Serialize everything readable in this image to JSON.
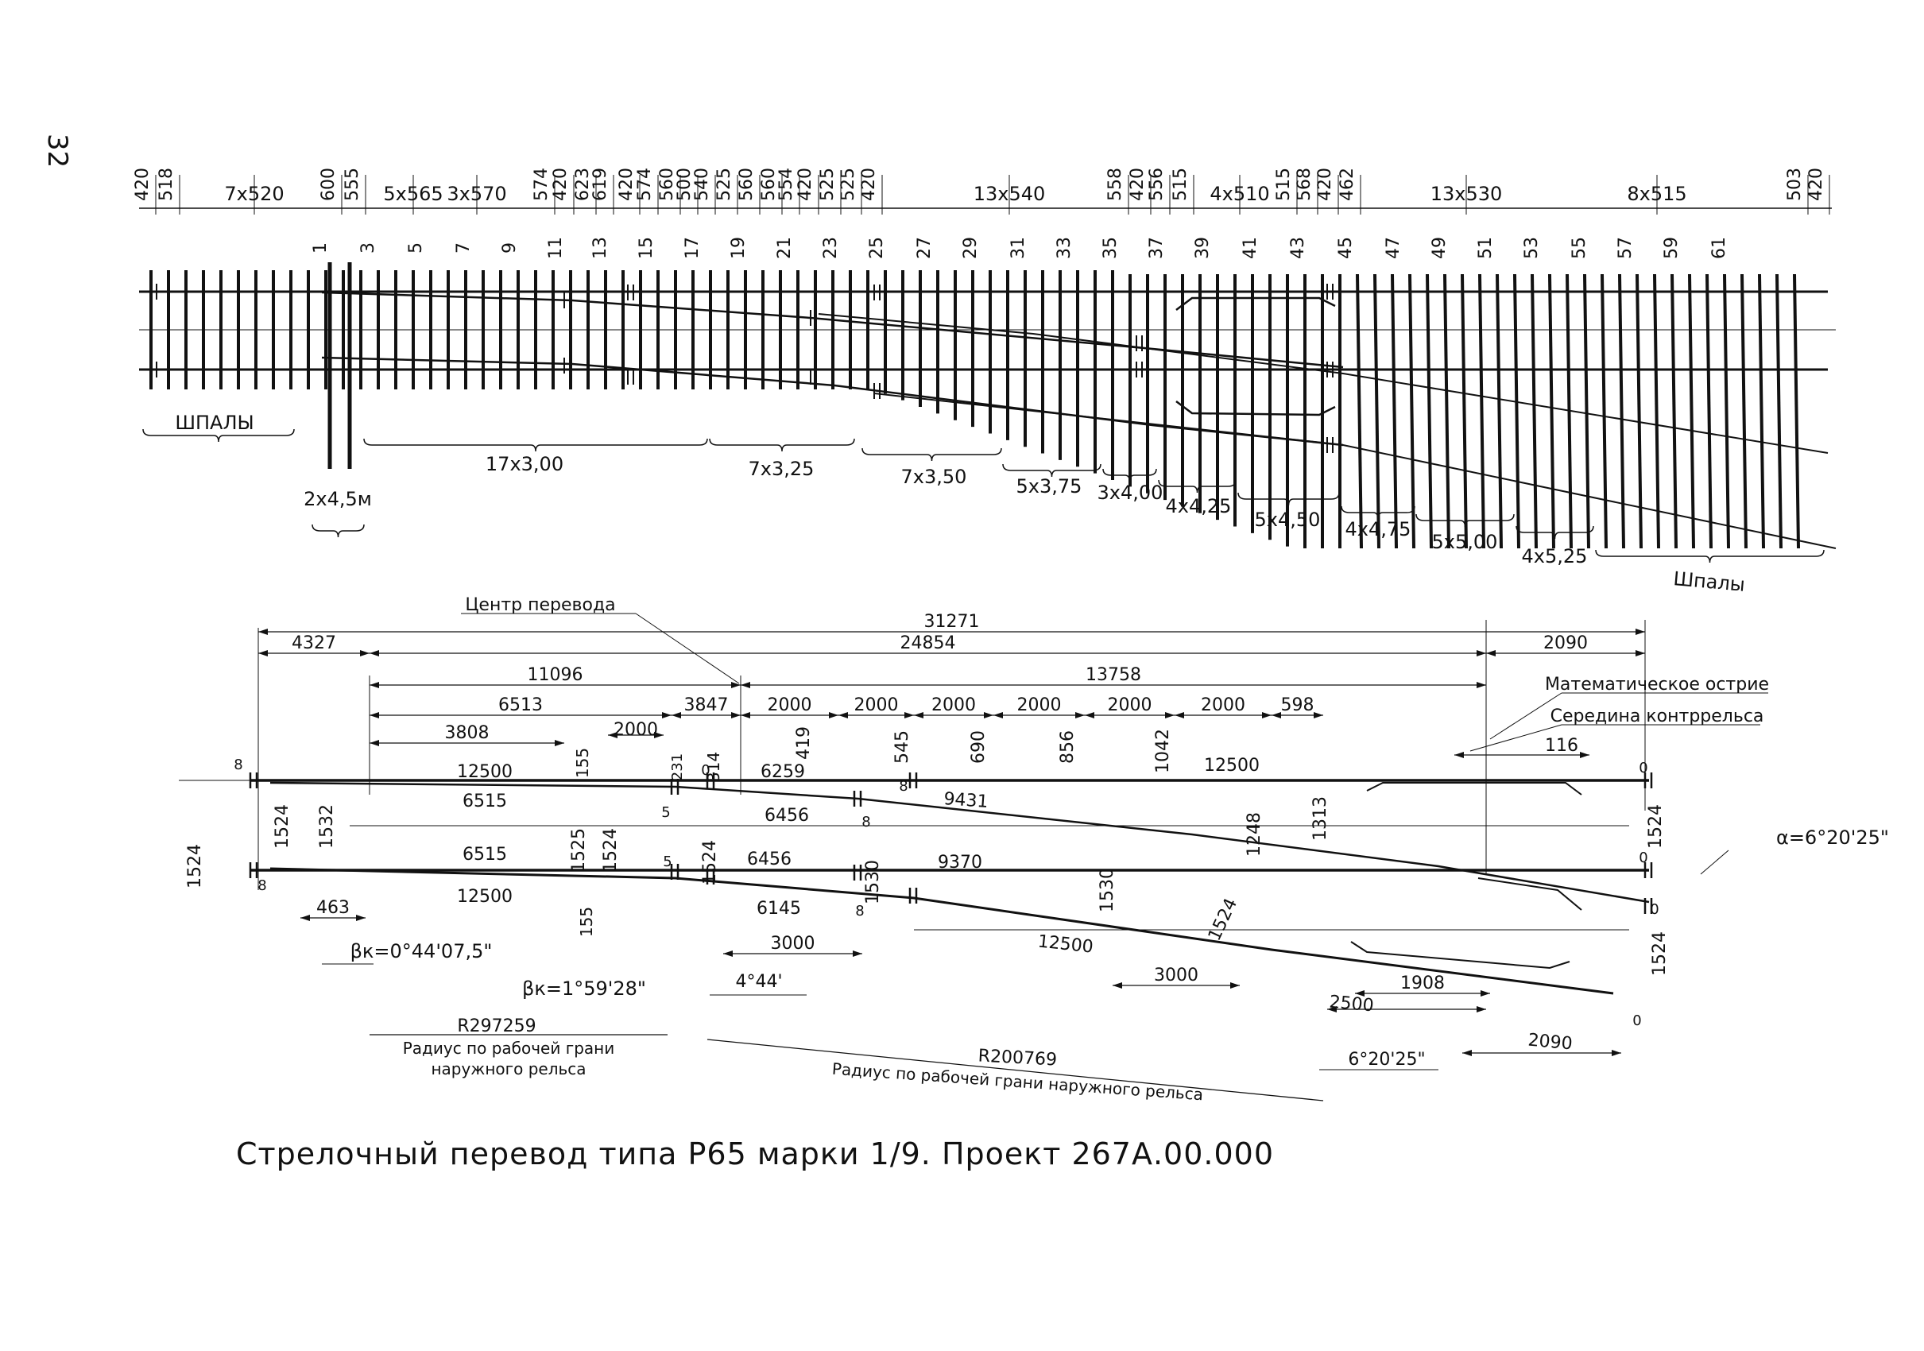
{
  "page_number": "32",
  "title": "Стрелочный перевод типа Р65 марки 1/9. Проект 267А.00.000",
  "top_plan": {
    "header_dims": [
      "420",
      "518",
      "7x520",
      "600",
      "555",
      "5x565",
      "3x570",
      "574",
      "420",
      "623",
      "619",
      "420",
      "574",
      "560",
      "500",
      "540",
      "525",
      "560",
      "560",
      "554",
      "420",
      "525",
      "525",
      "420",
      "13x540",
      "558",
      "420",
      "556",
      "515",
      "4x510",
      "515",
      "568",
      "420",
      "462",
      "13x530",
      "8x515",
      "503",
      "420"
    ],
    "sleeper_numbers": [
      "1",
      "3",
      "5",
      "7",
      "9",
      "11",
      "13",
      "15",
      "17",
      "19",
      "21",
      "23",
      "25",
      "27",
      "29",
      "31",
      "33",
      "35",
      "37",
      "39",
      "41",
      "43",
      "45",
      "47",
      "49",
      "51",
      "53",
      "55",
      "57",
      "59",
      "61"
    ],
    "spacing_labels": [
      "ШПАЛЫ",
      "2x4,5м",
      "17x3,00",
      "7x3,25",
      "7x3,50",
      "5x3,75",
      "3x4,00",
      "4x4,25",
      "5x4,50",
      "4x4,75",
      "5x5,00",
      "4x5,25",
      "Шпалы"
    ]
  },
  "bottom_plan": {
    "labels": {
      "center": "Центр перевода",
      "math_point": "Математическое  острие",
      "guard_mid": "Середина  контррельса",
      "alpha": "α=6°20'25\"",
      "beta1": "βк=0°44'07,5\"",
      "beta2": "βк=1°59'28\"",
      "angle_444": "4°44'",
      "radius1": "R297259",
      "radius1_note_1": "Радиус по рабочей грани",
      "radius1_note_2": "наружного рельса",
      "radius2": "R200769",
      "radius2_note": "Радиус по рабочей грани наружного рельса",
      "angle_end": "6°20'25\""
    },
    "dims": [
      "31271",
      "4327",
      "24854",
      "2090",
      "11096",
      "13758",
      "6513",
      "3847",
      "2000",
      "2000",
      "2000",
      "2000",
      "2000",
      "2000",
      "598",
      "3808",
      "2000",
      "116",
      "12500",
      "6259",
      "419",
      "545",
      "690",
      "856",
      "1042",
      "12500",
      "1313",
      "6515",
      "6456",
      "9431",
      "1248",
      "6515",
      "6456",
      "9370",
      "1530",
      "12500",
      "6145",
      "12500",
      "3000",
      "3000",
      "1908",
      "2500",
      "2090",
      "155",
      "231",
      "314",
      "155",
      "1525",
      "1524",
      "1524",
      "1530",
      "1524",
      "1524",
      "1532",
      "1524",
      "1524",
      "1524",
      "463",
      "8",
      "8",
      "8",
      "8",
      "8",
      "5",
      "5",
      "0",
      "0",
      "0",
      "0",
      "0"
    ]
  }
}
